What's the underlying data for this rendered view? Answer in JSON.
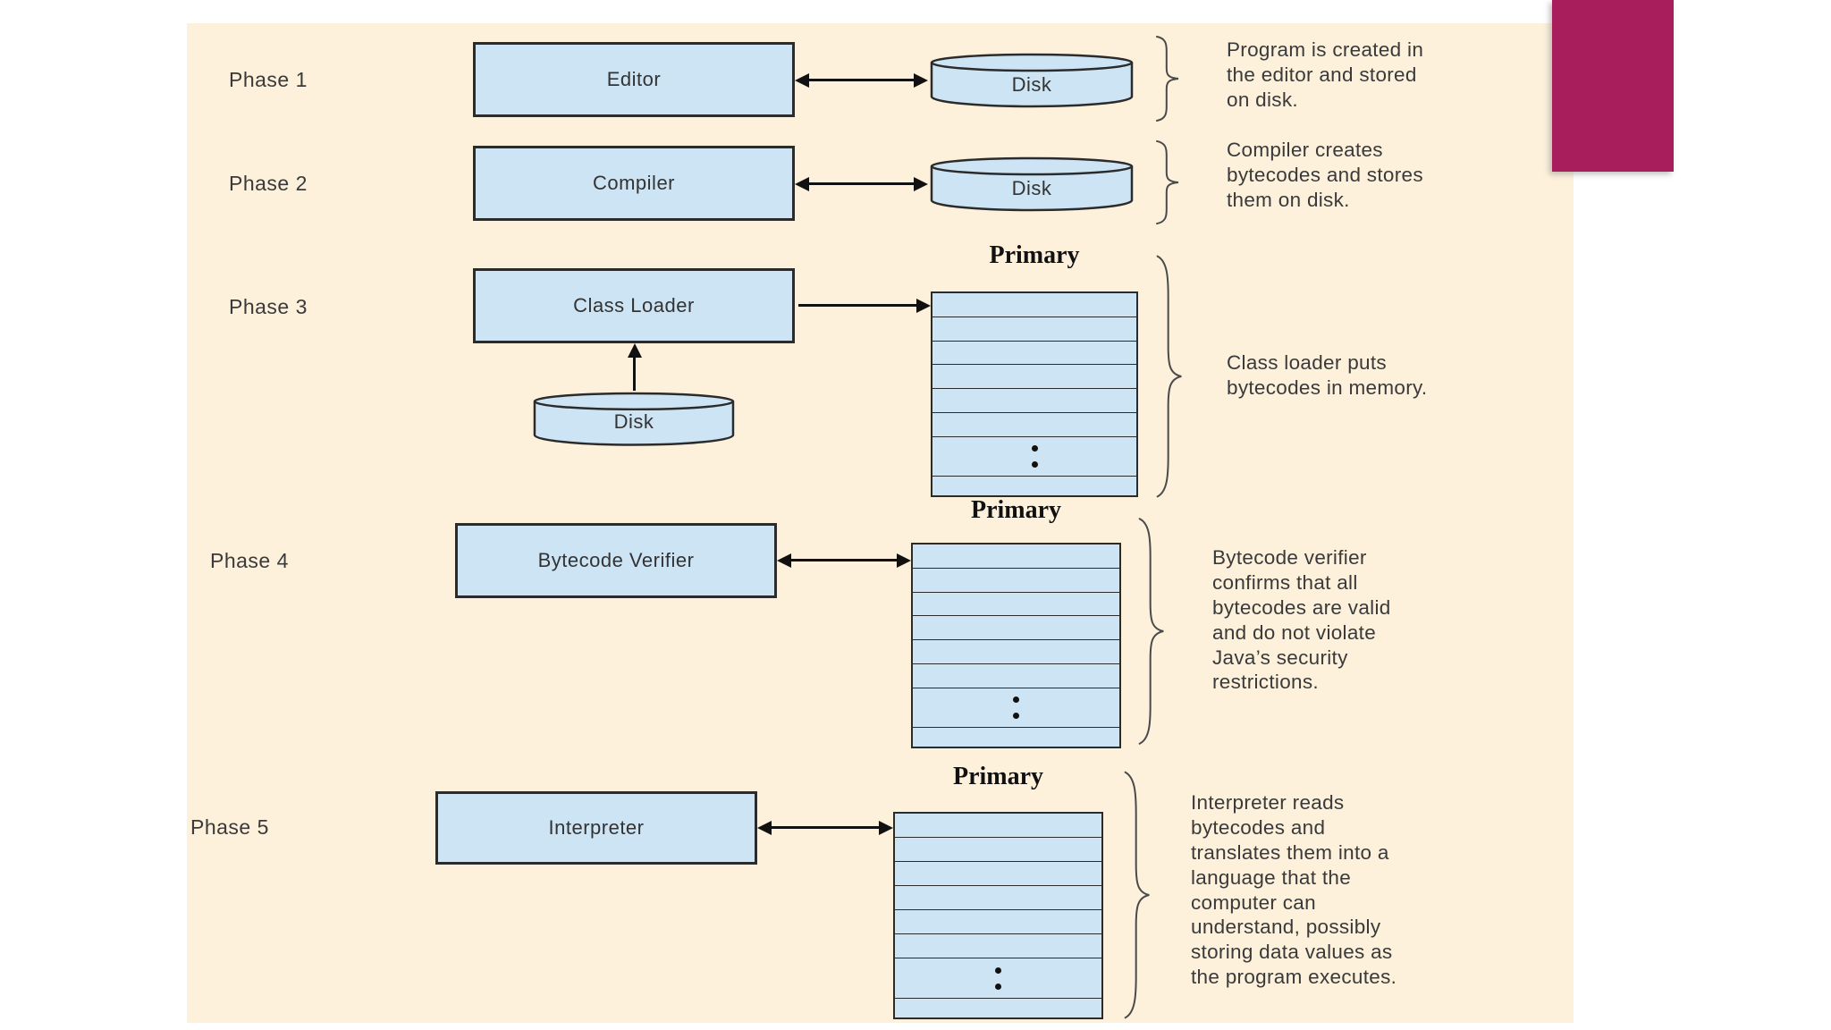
{
  "slide": {
    "background_color": "#fdf1dc",
    "box_color": "#cde4f5",
    "accent_color": "#a81d5c"
  },
  "memory_heading": "Primary",
  "phases": [
    {
      "label": "Phase 1",
      "box": "Editor",
      "storage": "Disk",
      "note": "Program is created in\nthe editor and stored\non disk."
    },
    {
      "label": "Phase 2",
      "box": "Compiler",
      "storage": "Disk",
      "note": "Compiler creates\nbytecodes and stores\nthem on disk."
    },
    {
      "label": "Phase 3",
      "box": "Class Loader",
      "storage": "Disk",
      "memory_label": "Primary",
      "note": "Class loader puts\nbytecodes in memory."
    },
    {
      "label": "Phase 4",
      "box": "Bytecode Verifier",
      "memory_label": "Primary",
      "note": "Bytecode verifier\nconfirms that all\nbytecodes are valid\nand do not violate\nJava’s security\nrestrictions."
    },
    {
      "label": "Phase 5",
      "box": "Interpreter",
      "memory_label": "Primary",
      "note": "Interpreter reads\nbytecodes and\ntranslates them into a\nlanguage that the\ncomputer can\nunderstand, possibly\nstoring data values as\nthe program executes."
    }
  ]
}
